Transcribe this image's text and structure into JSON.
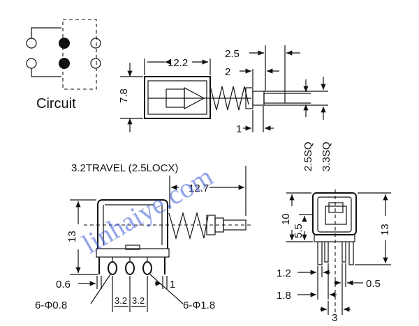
{
  "circuit": {
    "label": "Circuit"
  },
  "top_view": {
    "dim_width": "12.2",
    "dim_height": "7.8",
    "dim_2_5": "2.5",
    "dim_2": "2",
    "dim_1": "1",
    "dim_2_5sq": "2.5SQ",
    "dim_3_3sq": "3.3SQ"
  },
  "side_view": {
    "travel_note": "3.2TRAVEL (2.5LOCX)",
    "dim_12_7": "12.7",
    "dim_13": "13",
    "dim_0_6": "0.6",
    "dim_1": "1",
    "dim_6_phi_0_8": "6-Φ0.8",
    "dim_3_2_a": "3.2",
    "dim_3_2_b": "3.2",
    "dim_6_phi_1_8": "6-Φ1.8"
  },
  "front_view": {
    "dim_10": "10",
    "dim_5_5": "5.5",
    "dim_13": "13",
    "dim_1_2": "1.2",
    "dim_1_8": "1.8",
    "dim_0_5": "0.5",
    "dim_3": "3"
  },
  "watermark": "linhaiye.com"
}
